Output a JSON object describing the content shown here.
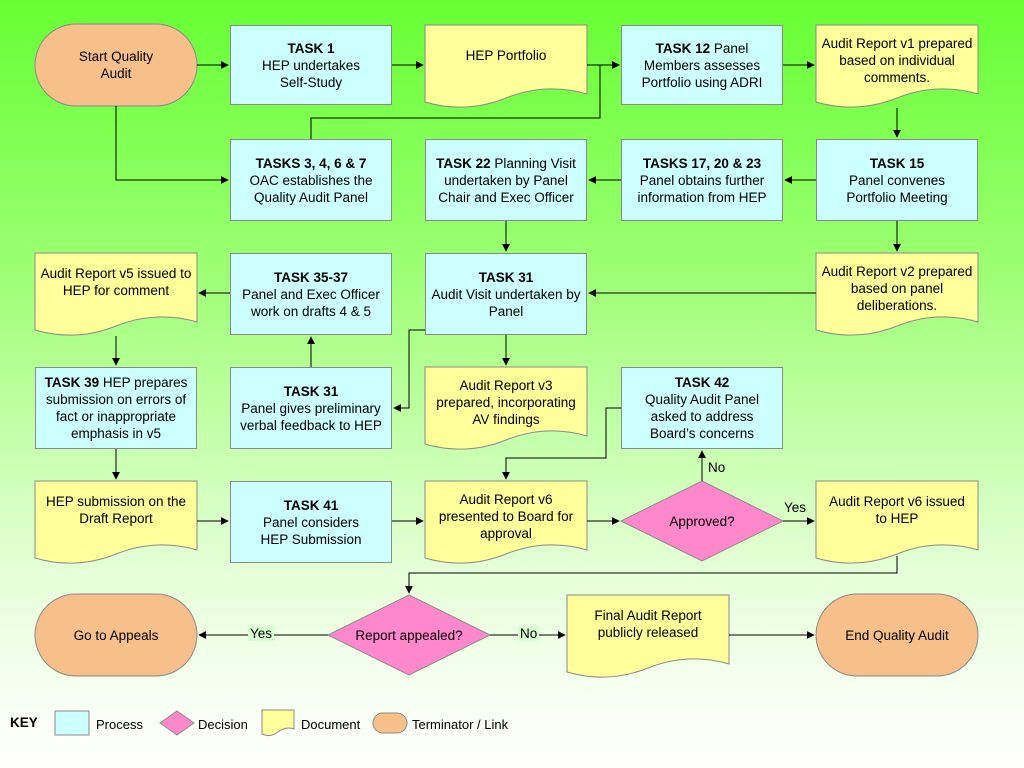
{
  "colors": {
    "process": "#ccffff",
    "document": "#ffff99",
    "decision": "#ff88cc",
    "terminator": "#f7bf8a",
    "stroke": "#8a8a8a"
  },
  "nodes": {
    "start": "Start Quality Audit",
    "task1_bold": "TASK 1",
    "task1_text": "HEP undertakes Self-Study",
    "portfolio": "HEP Portfolio",
    "task12_bold": "TASK 12",
    "task12_text": " Panel Members assesses Portfolio using ADRI",
    "report_v1": "Audit Report v1 prepared based on individual comments.",
    "task3_bold": "TASKS 3, 4, 6 & 7",
    "task3_text": "OAC establishes the Quality Audit Panel",
    "task22_bold": "TASK 22",
    "task22_text": " Planning Visit undertaken by Panel Chair and Exec Officer",
    "task17_bold": "TASKS 17, 20 & 23",
    "task17_text": "Panel obtains further information from HEP",
    "task15_bold": "TASK 15",
    "task15_text": "Panel convenes Portfolio Meeting",
    "report_v5_issued": "Audit Report v5 issued to HEP for comment",
    "task35_bold": "TASK 35-37",
    "task35_text": "Panel and Exec Officer work on drafts 4 & 5",
    "task31a_bold": "TASK 31",
    "task31a_text": "Audit Visit undertaken by Panel",
    "report_v2": "Audit Report v2 prepared based on panel deliberations.",
    "task39_bold": "TASK 39",
    "task39_text": " HEP prepares submission on errors of fact or inappropriate emphasis in v5",
    "task31b_bold": "TASK 31",
    "task31b_text": "Panel gives preliminary verbal feedback to HEP",
    "report_v3": "Audit Report v3 prepared, incorporating AV findings",
    "task42_bold": "TASK 42",
    "task42_text": "Quality Audit Panel asked to address Board’s concerns",
    "hep_submission": "HEP submission on the Draft Report",
    "task41_bold": "TASK 41",
    "task41_text": "Panel considers HEP Submission",
    "report_v6_board": "Audit Report v6 presented to Board for approval",
    "approved": "Approved?",
    "report_v6_issued": "Audit Report v6 issued to HEP",
    "appeals": "Go to Appeals",
    "report_appealed": "Report appealed?",
    "final_report": "Final Audit Report publicly released",
    "end": "End Quality Audit"
  },
  "edge_labels": {
    "no_approved": "No",
    "yes_approved": "Yes",
    "yes_appealed": "Yes",
    "no_appealed": "No"
  },
  "key": {
    "title": "KEY",
    "process": "Process",
    "decision": "Decision",
    "document": "Document",
    "terminator": "Terminator / Link"
  }
}
